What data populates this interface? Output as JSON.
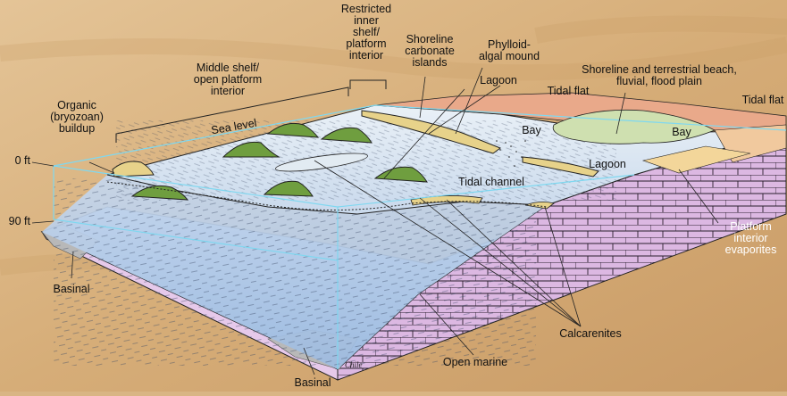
{
  "labels": {
    "restricted_inner_shelf": "Restricted\ninner\nshelf/\nplatform\ninterior",
    "middle_shelf": "Middle shelf/\nopen platform\ninterior",
    "shoreline_carbonate_islands": "Shoreline\ncarbonate\nislands",
    "phylloid_algal_mound": "Phylloid-\nalgal mound",
    "lagoon_top": "Lagoon",
    "tidal_flat_center": "Tidal flat",
    "shoreline_terrestrial": "Shoreline and terrestrial beach,\nfluvial, flood plain",
    "tidal_flat_right": "Tidal flat",
    "organic_buildup": "Organic\n(bryozoan)\nbuildup",
    "sea_level": "Sea level",
    "bay_center": "Bay",
    "bay_right": "Bay",
    "lagoon_right": "Lagoon",
    "tidal_channel": "Tidal channel",
    "zero_ft": "0 ft",
    "ninety_ft": "90 ft",
    "platform_interior_evaporites": "Platform\ninterior\nevaporites",
    "basinal_left": "Basinal",
    "calcarenites": "Calcarenites",
    "open_marine": "Open marine",
    "basinal_bottom": "Basinal",
    "signature": "Chile"
  },
  "colors": {
    "background": "#d9b584",
    "sea_surface": "#e2ecf4",
    "sea_deep": "#a8c3e2",
    "basin_floor": "#a9c4e6",
    "block_side": "#d8b6e0",
    "block_front": "#e6c9ea",
    "mound_green": "#6f9e3f",
    "island_yellow": "#e7d28a",
    "land_salmon": "#e9a98a",
    "land_green": "#cfe0b0",
    "water_edge_cyan": "#7fd8f0"
  }
}
